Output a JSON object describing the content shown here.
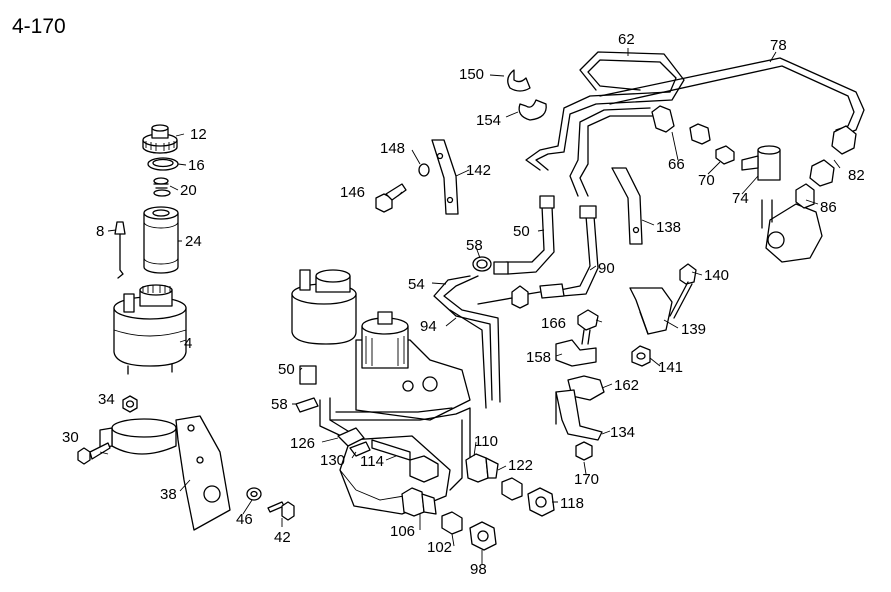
{
  "page_label": "4-170",
  "callouts": {
    "p12": "12",
    "p16": "16",
    "p20": "20",
    "p8": "8",
    "p24": "24",
    "p4": "4",
    "p34": "34",
    "p30": "30",
    "p38": "38",
    "p46": "46",
    "p42": "42",
    "p150": "150",
    "p154": "154",
    "p148": "148",
    "p142": "142",
    "p146": "146",
    "p62": "62",
    "p78": "78",
    "p66": "66",
    "p70": "70",
    "p74": "74",
    "p82": "82",
    "p86": "86",
    "p50a": "50",
    "p58a": "58",
    "p54": "54",
    "p90": "90",
    "p138": "138",
    "p94": "94",
    "p140": "140",
    "p139": "139",
    "p166": "166",
    "p158": "158",
    "p141": "141",
    "p162": "162",
    "p134": "134",
    "p170": "170",
    "p50b": "50",
    "p58b": "58",
    "p126": "126",
    "p130": "130",
    "p114": "114",
    "p110": "110",
    "p122": "122",
    "p118": "118",
    "p106": "106",
    "p102": "102",
    "p98": "98"
  }
}
